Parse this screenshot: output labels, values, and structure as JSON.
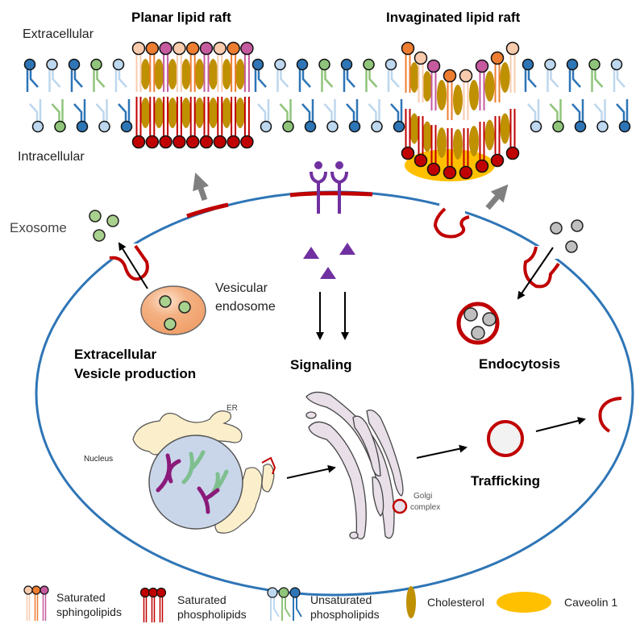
{
  "titles": {
    "planar": "Planar lipid raft",
    "invaginated": "Invaginated lipid raft"
  },
  "membrane_labels": {
    "extracellular": "Extracellular",
    "intracellular": "Intracellular"
  },
  "process_labels": {
    "exosome": "Exosome",
    "vesicular_endosome_1": "Vesicular",
    "vesicular_endosome_2": "endosome",
    "ev_production_1": "Extracellular",
    "ev_production_2": "Vesicle production",
    "signaling": "Signaling",
    "endocytosis": "Endocytosis",
    "trafficking": "Trafficking"
  },
  "organelle_labels": {
    "er": "ER",
    "nucleus": "Nucleus",
    "golgi_1": "Golgi",
    "golgi_2": "complex"
  },
  "legend": [
    {
      "label_1": "Saturated",
      "label_2": "sphingolipids",
      "icon": "sphingolipid-icon"
    },
    {
      "label_1": "Saturated",
      "label_2": "phospholipids",
      "icon": "saturated-phospholipid-icon"
    },
    {
      "label_1": "Unsaturated",
      "label_2": "phospholipids",
      "icon": "unsaturated-phospholipid-icon"
    },
    {
      "label_1": "Cholesterol",
      "label_2": "",
      "icon": "cholesterol-icon"
    },
    {
      "label_1": "Caveolin 1",
      "label_2": "",
      "icon": "caveolin-icon"
    }
  ],
  "colors": {
    "membrane_blue": "#2e75b6",
    "raft_red": "#c00000",
    "cholesterol": "#bf9000",
    "caveolin": "#ffc000",
    "sphingo_peach": "#f8cbad",
    "sphingo_orange": "#ed7d31",
    "sphingo_magenta": "#c55a9f",
    "unsat_dark": "#2e75b6",
    "unsat_light": "#bdd7ee",
    "unsat_green": "#8fc47a",
    "receptor_purple": "#7030a0",
    "arrow_gray": "#808080",
    "endosome": "#f4b183",
    "exosome_green": "#a9d18e",
    "cargo_gray": "#bfbfbf",
    "nucleus": "#c9d6ea",
    "er": "#fbeecb",
    "golgi": "#e8dfe9",
    "chrom_purple": "#8b1a7a",
    "chrom_green": "#7fbf8f"
  },
  "membrane_sequence": {
    "top_left": [
      "dark",
      "light",
      "dark",
      "green",
      "light"
    ],
    "bottom_left": [
      "light",
      "green",
      "dark",
      "light",
      "dark"
    ],
    "top_mid": [
      "dark",
      "light",
      "dark",
      "green",
      "dark",
      "green",
      "light"
    ],
    "bottom_mid": [
      "light",
      "green",
      "dark",
      "light",
      "dark",
      "light",
      "dark"
    ],
    "top_right": [
      "dark",
      "light",
      "dark",
      "green",
      "light"
    ],
    "bottom_right": [
      "light",
      "green",
      "dark",
      "light",
      "dark"
    ],
    "raft_heads": [
      "peach",
      "orange",
      "magenta",
      "peach",
      "orange",
      "magenta",
      "peach",
      "orange",
      "magenta"
    ]
  }
}
